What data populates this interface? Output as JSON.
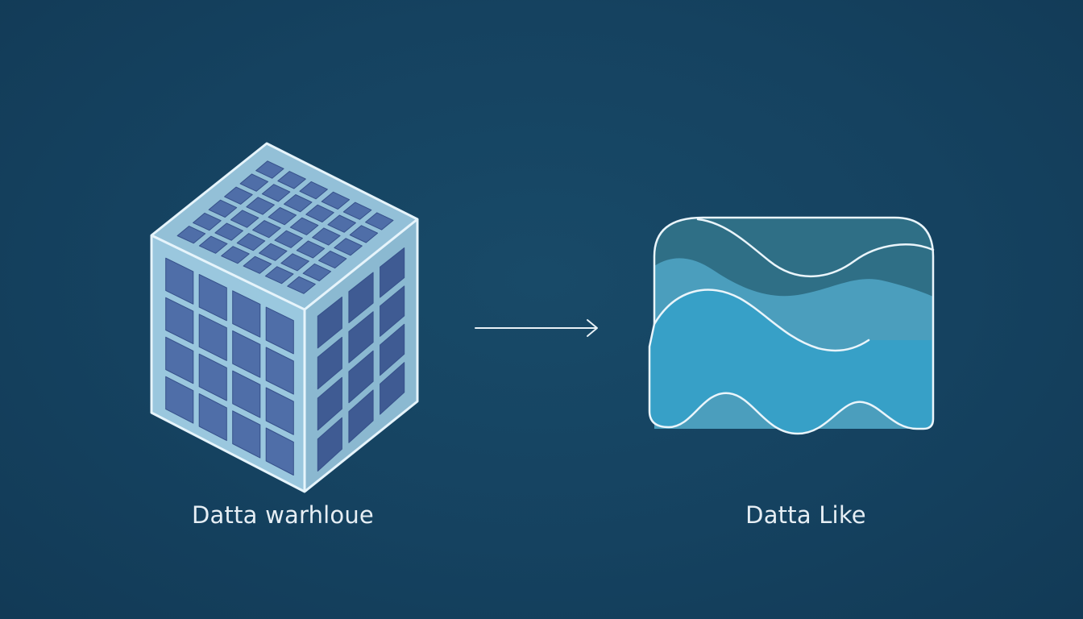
{
  "background_color": "#154260",
  "warehouse": {
    "label": "Datta warhloue",
    "icon": "data-warehouse-cube-icon",
    "colors": {
      "glass": "#a9d6ec",
      "outline": "#e6f4fb",
      "block": "#4f6ea8",
      "block_dark": "#3f5b93"
    },
    "grid": {
      "front_rows": 4,
      "front_cols": 4,
      "side_rows": 4,
      "side_cols": 3,
      "top_rows": 6,
      "top_cols": 6
    }
  },
  "connector": {
    "icon": "right-arrow-icon",
    "color": "#e8f1f6"
  },
  "lake": {
    "label": "Datta Like",
    "icon": "data-lake-waves-icon",
    "colors": {
      "back": "#2f6f86",
      "middle": "#4fa3c3",
      "front": "#37a0c7",
      "outline": "#eaf5fb"
    }
  }
}
